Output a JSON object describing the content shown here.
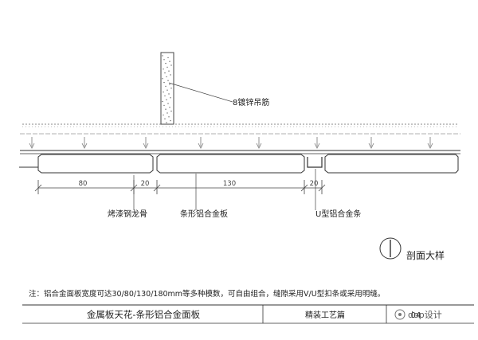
{
  "drawing": {
    "hanger_label": "8镀锌吊筋",
    "keel_label": "烤漆钢龙骨",
    "panel_label": "条形铝合金板",
    "u_strip_label": "U型铝合金条",
    "section_label": "剖面大样",
    "dimensions": [
      "80",
      "20",
      "130",
      "20"
    ]
  },
  "note": {
    "text": "注：铝合金面板宽度可达30/80/130/180mm等多种模数，可自由组合，缝隙采用V/U型扣条或采用明缝。"
  },
  "title_block": {
    "title": "金属板天花-条形铝合金面板",
    "category": "精装工艺篇",
    "sheet_no": "04",
    "watermark": "dop设计"
  }
}
